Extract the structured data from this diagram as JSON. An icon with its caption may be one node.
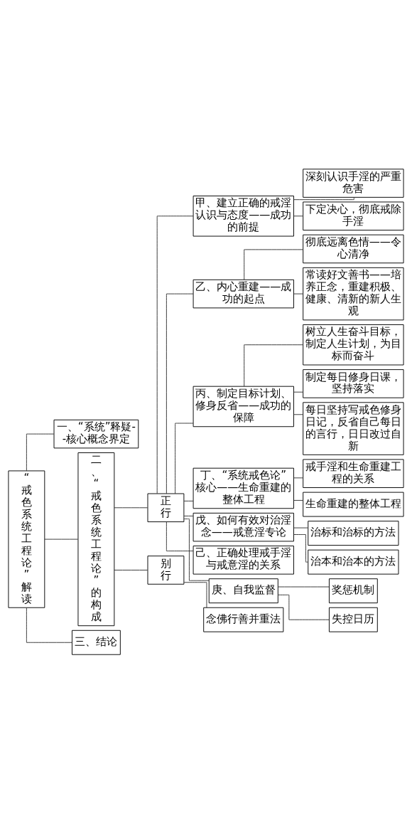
{
  "diagram": {
    "nodes": [
      {
        "text": [
          "“戒色系统工程论”解读"
        ]
      },
      {
        "text": [
          "一、“系统”释疑--核心概念界定"
        ]
      },
      {
        "text": [
          "二、“戒色系统工程论”的构成"
        ]
      },
      {
        "text": [
          "正行"
        ]
      },
      {
        "text": [
          "甲、建立正确的戒淫认识与态度——成功的前提"
        ]
      },
      {
        "text": [
          "深刻认识手淫的严重危害"
        ]
      },
      {
        "text": [
          "下定决心，彻底戒除手淫"
        ]
      },
      {
        "text": [
          "乙、内心重建——成功的起点"
        ]
      },
      {
        "text": [
          "彻底远离色情——令心清净"
        ]
      },
      {
        "text": [
          "常读好文善书——培养正念，重建积极、健康、清新的新人生观"
        ]
      },
      {
        "text": [
          "丙、制定目标计划、修身反省——成功的保障"
        ]
      },
      {
        "text": [
          "树立人生奋斗目标，制定人生计划，为目标而奋斗"
        ]
      },
      {
        "text": [
          "制定每日修身日课，坚持落实"
        ]
      },
      {
        "text": [
          "每日坚持写戒色修身日记，反省自己每日的言行，日日改过自新"
        ]
      },
      {
        "text": [
          "丁、“系统戒色论”核心——生命重建的整体工程"
        ]
      },
      {
        "text": [
          "戒手淫和生命重建工程的关系"
        ]
      },
      {
        "text": [
          "生命重建的整体工程"
        ]
      },
      {
        "text": [
          "戊、如何有效对治淫念——戒意淫专论"
        ]
      },
      {
        "text": [
          "治标和治标的方法"
        ]
      },
      {
        "text": [
          "治本和治本的方法"
        ]
      },
      {
        "text": [
          "己、正确处理戒手淫与戒意淫的关系"
        ]
      },
      {
        "text": [
          "庚、自我监督"
        ]
      },
      {
        "text": [
          "奖惩机制"
        ]
      },
      {
        "text": [
          "失控日历"
        ]
      },
      {
        "text": [
          "别行"
        ]
      },
      {
        "text": [
          "念佛行善并重法"
        ]
      },
      {
        "text": [
          "三、结论"
        ]
      }
    ],
    "edges": [
      {
        "from": 0,
        "to": 1,
        "arrow": "none"
      },
      {
        "from": 0,
        "to": 2,
        "arrow": "none"
      },
      {
        "from": 2,
        "to": 3,
        "arrow": "none"
      },
      {
        "from": 3,
        "to": 4,
        "arrow": "none"
      },
      {
        "from": 4,
        "to": 5,
        "arrow": "none"
      },
      {
        "from": 4,
        "to": 6,
        "arrow": "none"
      },
      {
        "from": 3,
        "to": 7,
        "arrow": "none"
      },
      {
        "from": 7,
        "to": 8,
        "arrow": "none"
      },
      {
        "from": 7,
        "to": 9,
        "arrow": "none"
      },
      {
        "from": 3,
        "to": 10,
        "arrow": "none"
      },
      {
        "from": 10,
        "to": 11,
        "arrow": "none"
      },
      {
        "from": 10,
        "to": 12,
        "arrow": "none"
      },
      {
        "from": 10,
        "to": 13,
        "arrow": "none"
      },
      {
        "from": 3,
        "to": 14,
        "arrow": "none"
      },
      {
        "from": 14,
        "to": 15,
        "arrow": "none"
      },
      {
        "from": 14,
        "to": 16,
        "arrow": "none"
      },
      {
        "from": 3,
        "to": 17,
        "arrow": "none"
      },
      {
        "from": 17,
        "to": 18,
        "arrow": "none"
      },
      {
        "from": 17,
        "to": 19,
        "arrow": "none"
      },
      {
        "from": 3,
        "to": 20,
        "arrow": "none"
      },
      {
        "from": 3,
        "to": 21,
        "arrow": "none"
      },
      {
        "from": 21,
        "to": 22,
        "arrow": "none"
      },
      {
        "from": 21,
        "to": 23,
        "arrow": "none"
      },
      {
        "from": 2,
        "to": 24,
        "arrow": "none"
      },
      {
        "from": 24,
        "to": 25,
        "arrow": "none"
      },
      {
        "from": 0,
        "to": 26,
        "arrow": "none"
      }
    ]
  }
}
